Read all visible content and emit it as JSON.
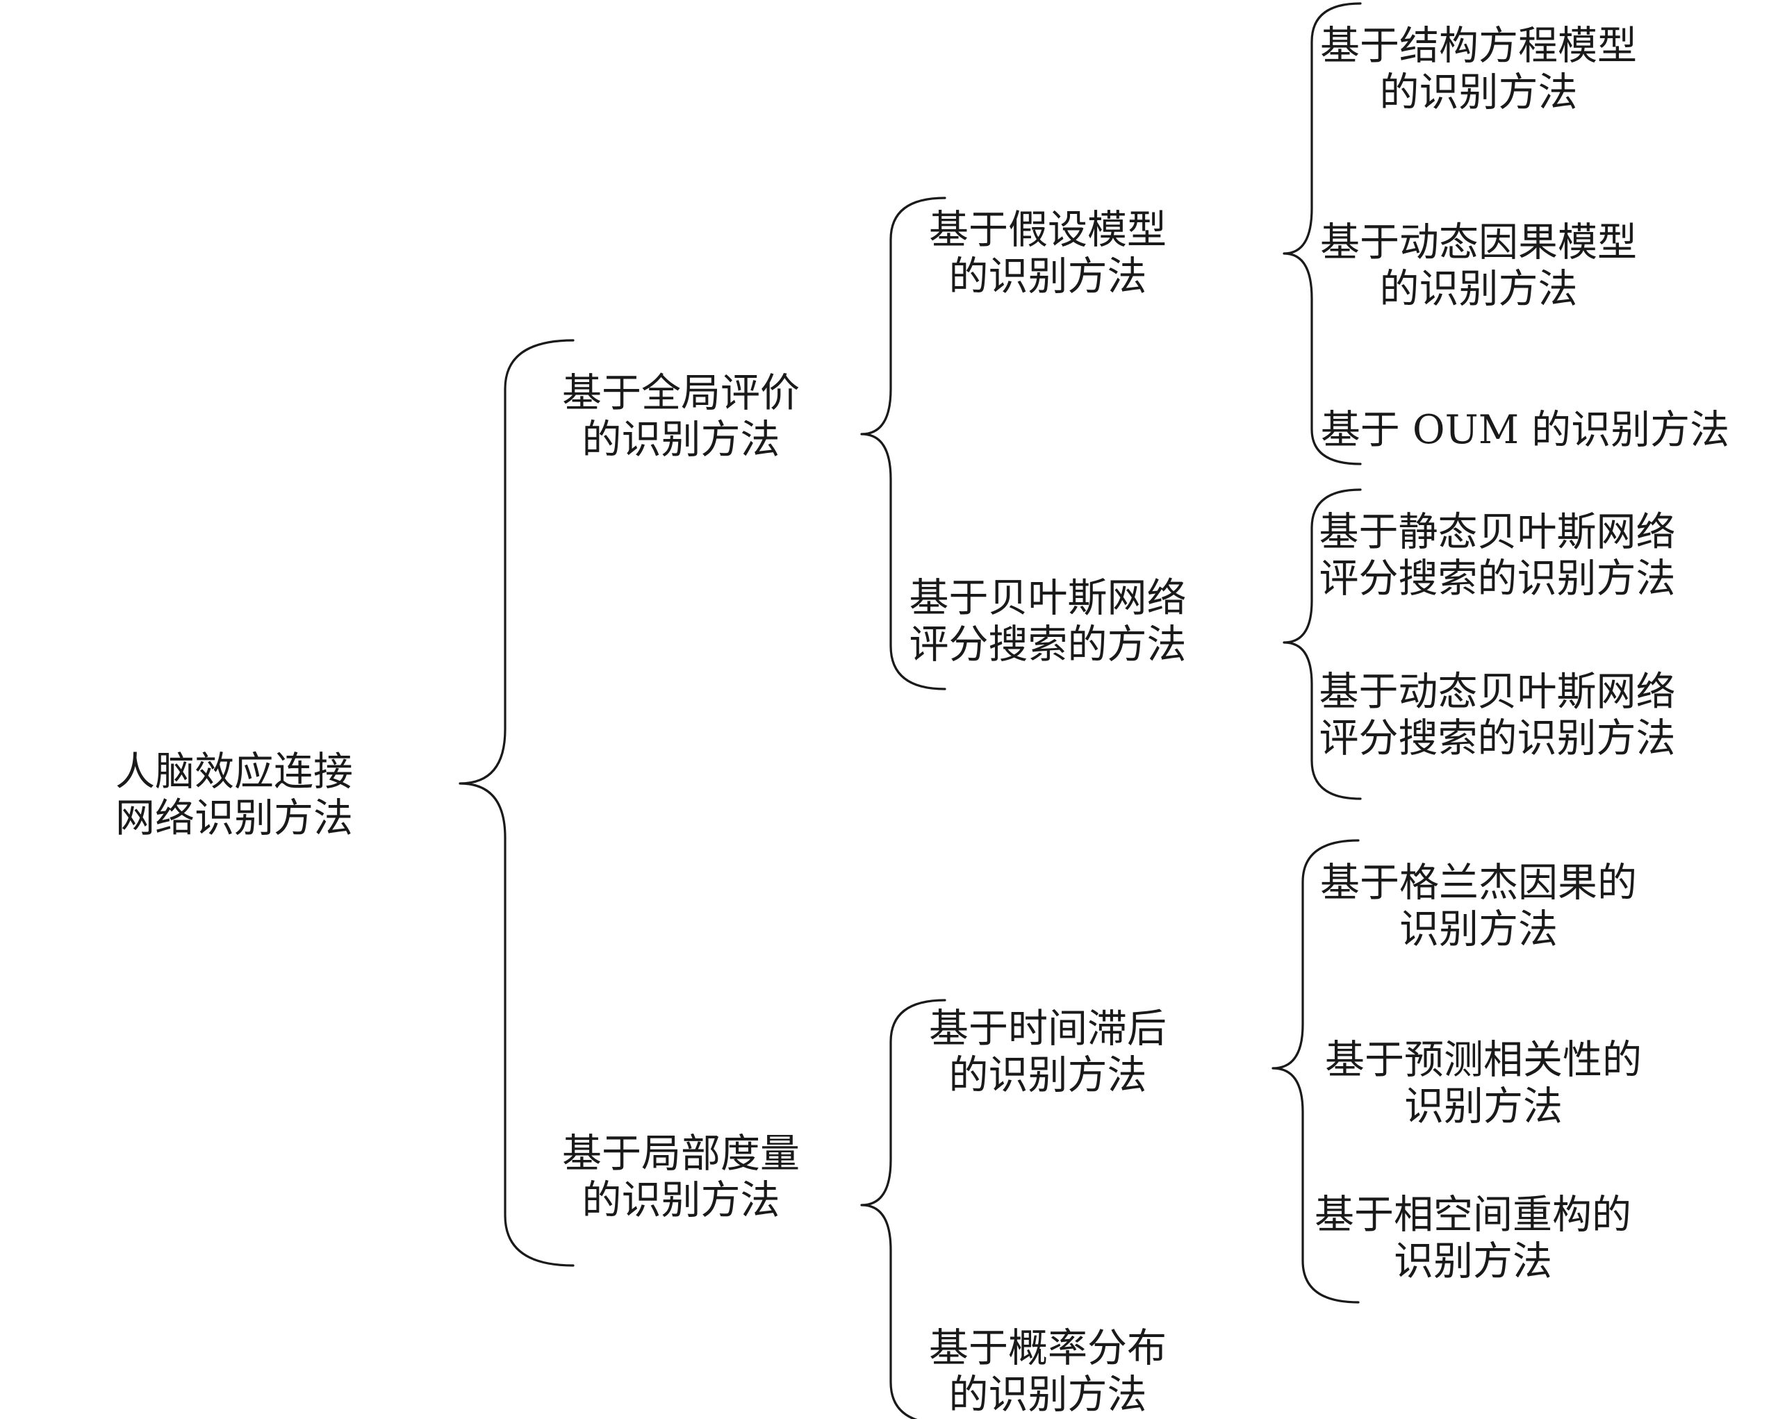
{
  "root": {
    "lines": [
      "人脑效应连接",
      "网络识别方法"
    ]
  },
  "level1": [
    {
      "lines": [
        "基于全局评价",
        "的识别方法"
      ]
    },
    {
      "lines": [
        "基于局部度量",
        "的识别方法"
      ]
    }
  ],
  "level2": [
    {
      "lines": [
        "基于假设模型",
        "的识别方法"
      ]
    },
    {
      "lines": [
        "基于贝叶斯网络",
        "评分搜索的方法"
      ]
    },
    {
      "lines": [
        "基于时间滞后",
        "的识别方法"
      ]
    },
    {
      "lines": [
        "基于概率分布",
        "的识别方法"
      ]
    }
  ],
  "level3": [
    {
      "lines": [
        "基于结构方程模型",
        "的识别方法"
      ]
    },
    {
      "lines": [
        "基于动态因果模型",
        "的识别方法"
      ]
    },
    {
      "lines": [
        "基于 OUM 的识别方法"
      ]
    },
    {
      "lines": [
        "基于静态贝叶斯网络",
        "评分搜索的识别方法"
      ]
    },
    {
      "lines": [
        "基于动态贝叶斯网络",
        "评分搜索的识别方法"
      ]
    },
    {
      "lines": [
        "基于格兰杰因果的",
        "识别方法"
      ]
    },
    {
      "lines": [
        "基于预测相关性的",
        "识别方法"
      ]
    },
    {
      "lines": [
        "基于相空间重构的",
        "识别方法"
      ]
    }
  ]
}
